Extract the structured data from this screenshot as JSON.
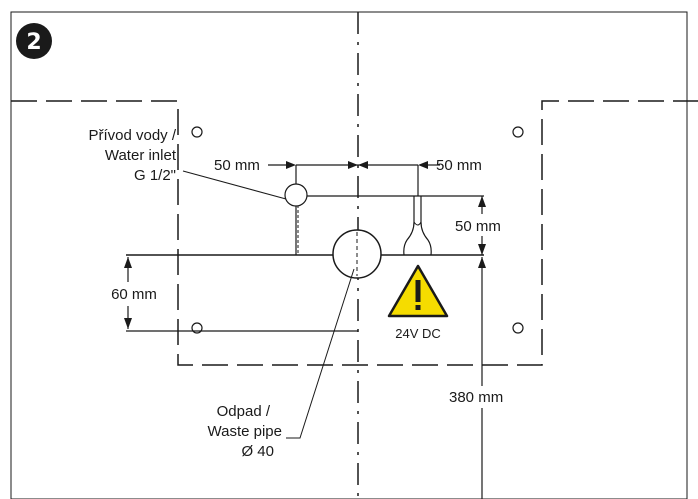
{
  "step_number": "2",
  "labels": {
    "water_inlet_cz": "Přívod vody /",
    "water_inlet_en": "Water inlet",
    "water_inlet_size": "G 1/2\"",
    "dim_left_50": "50 mm",
    "dim_right_50": "50 mm",
    "dim_vertical_50": "50 mm",
    "dim_60": "60 mm",
    "dim_380": "380 mm",
    "waste_cz": "Odpad /",
    "waste_en": "Waste pipe",
    "waste_size": "Ø 40",
    "voltage": "24V DC"
  },
  "warning_icon": "warning-triangle-icon",
  "colors": {
    "line": "#1a1a1a",
    "badge": "#1a1a1a",
    "warning_fill": "#f5dc00"
  }
}
